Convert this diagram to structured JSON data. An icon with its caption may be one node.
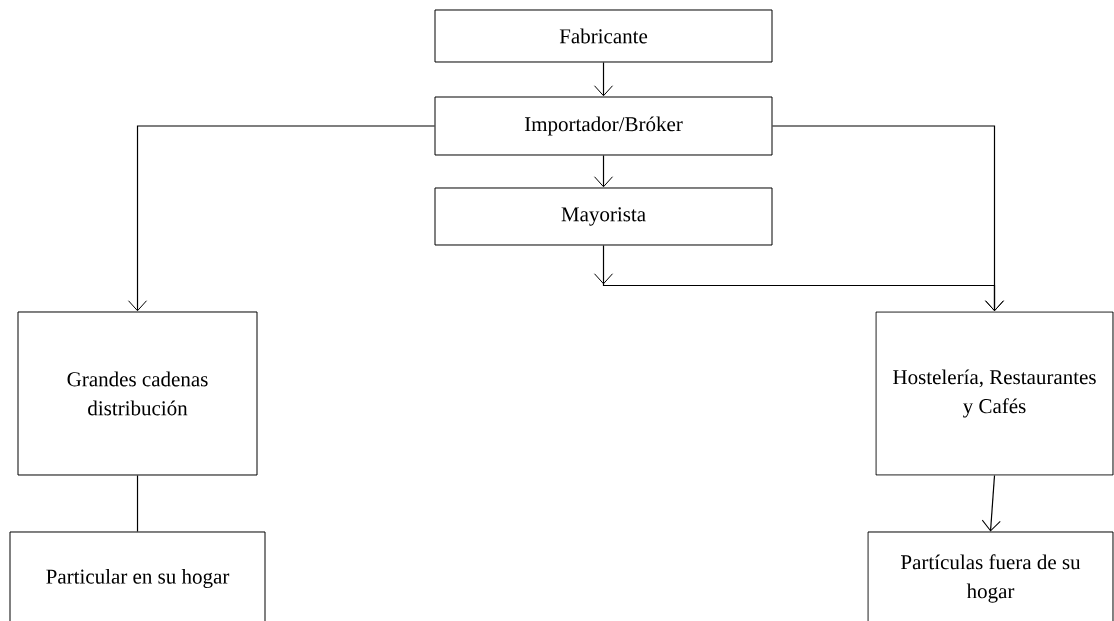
{
  "diagram": {
    "nodes": [
      {
        "text": [
          "Fabricante"
        ]
      },
      {
        "text": [
          "Importador/Bróker"
        ]
      },
      {
        "text": [
          "Mayorista"
        ]
      },
      {
        "text": [
          "Grandes cadenas distribución"
        ]
      },
      {
        "text": [
          "Hostelería, Restaurantes y Cafés"
        ]
      },
      {
        "text": [
          "Particular en su hogar"
        ]
      },
      {
        "text": [
          "Partículas fuera de su hogar"
        ]
      }
    ],
    "edges": [
      {
        "from": 0,
        "to": 1,
        "arrow": "to"
      },
      {
        "from": 1,
        "to": 3,
        "arrow": "to"
      },
      {
        "from": 1,
        "to": 4,
        "arrow": "to"
      },
      {
        "from": 1,
        "to": 2,
        "arrow": "to"
      },
      {
        "from": 2,
        "to": 4,
        "arrow": "to"
      },
      {
        "from": 3,
        "to": 5,
        "arrow": "none"
      },
      {
        "from": 4,
        "to": 6,
        "arrow": "to"
      }
    ]
  }
}
